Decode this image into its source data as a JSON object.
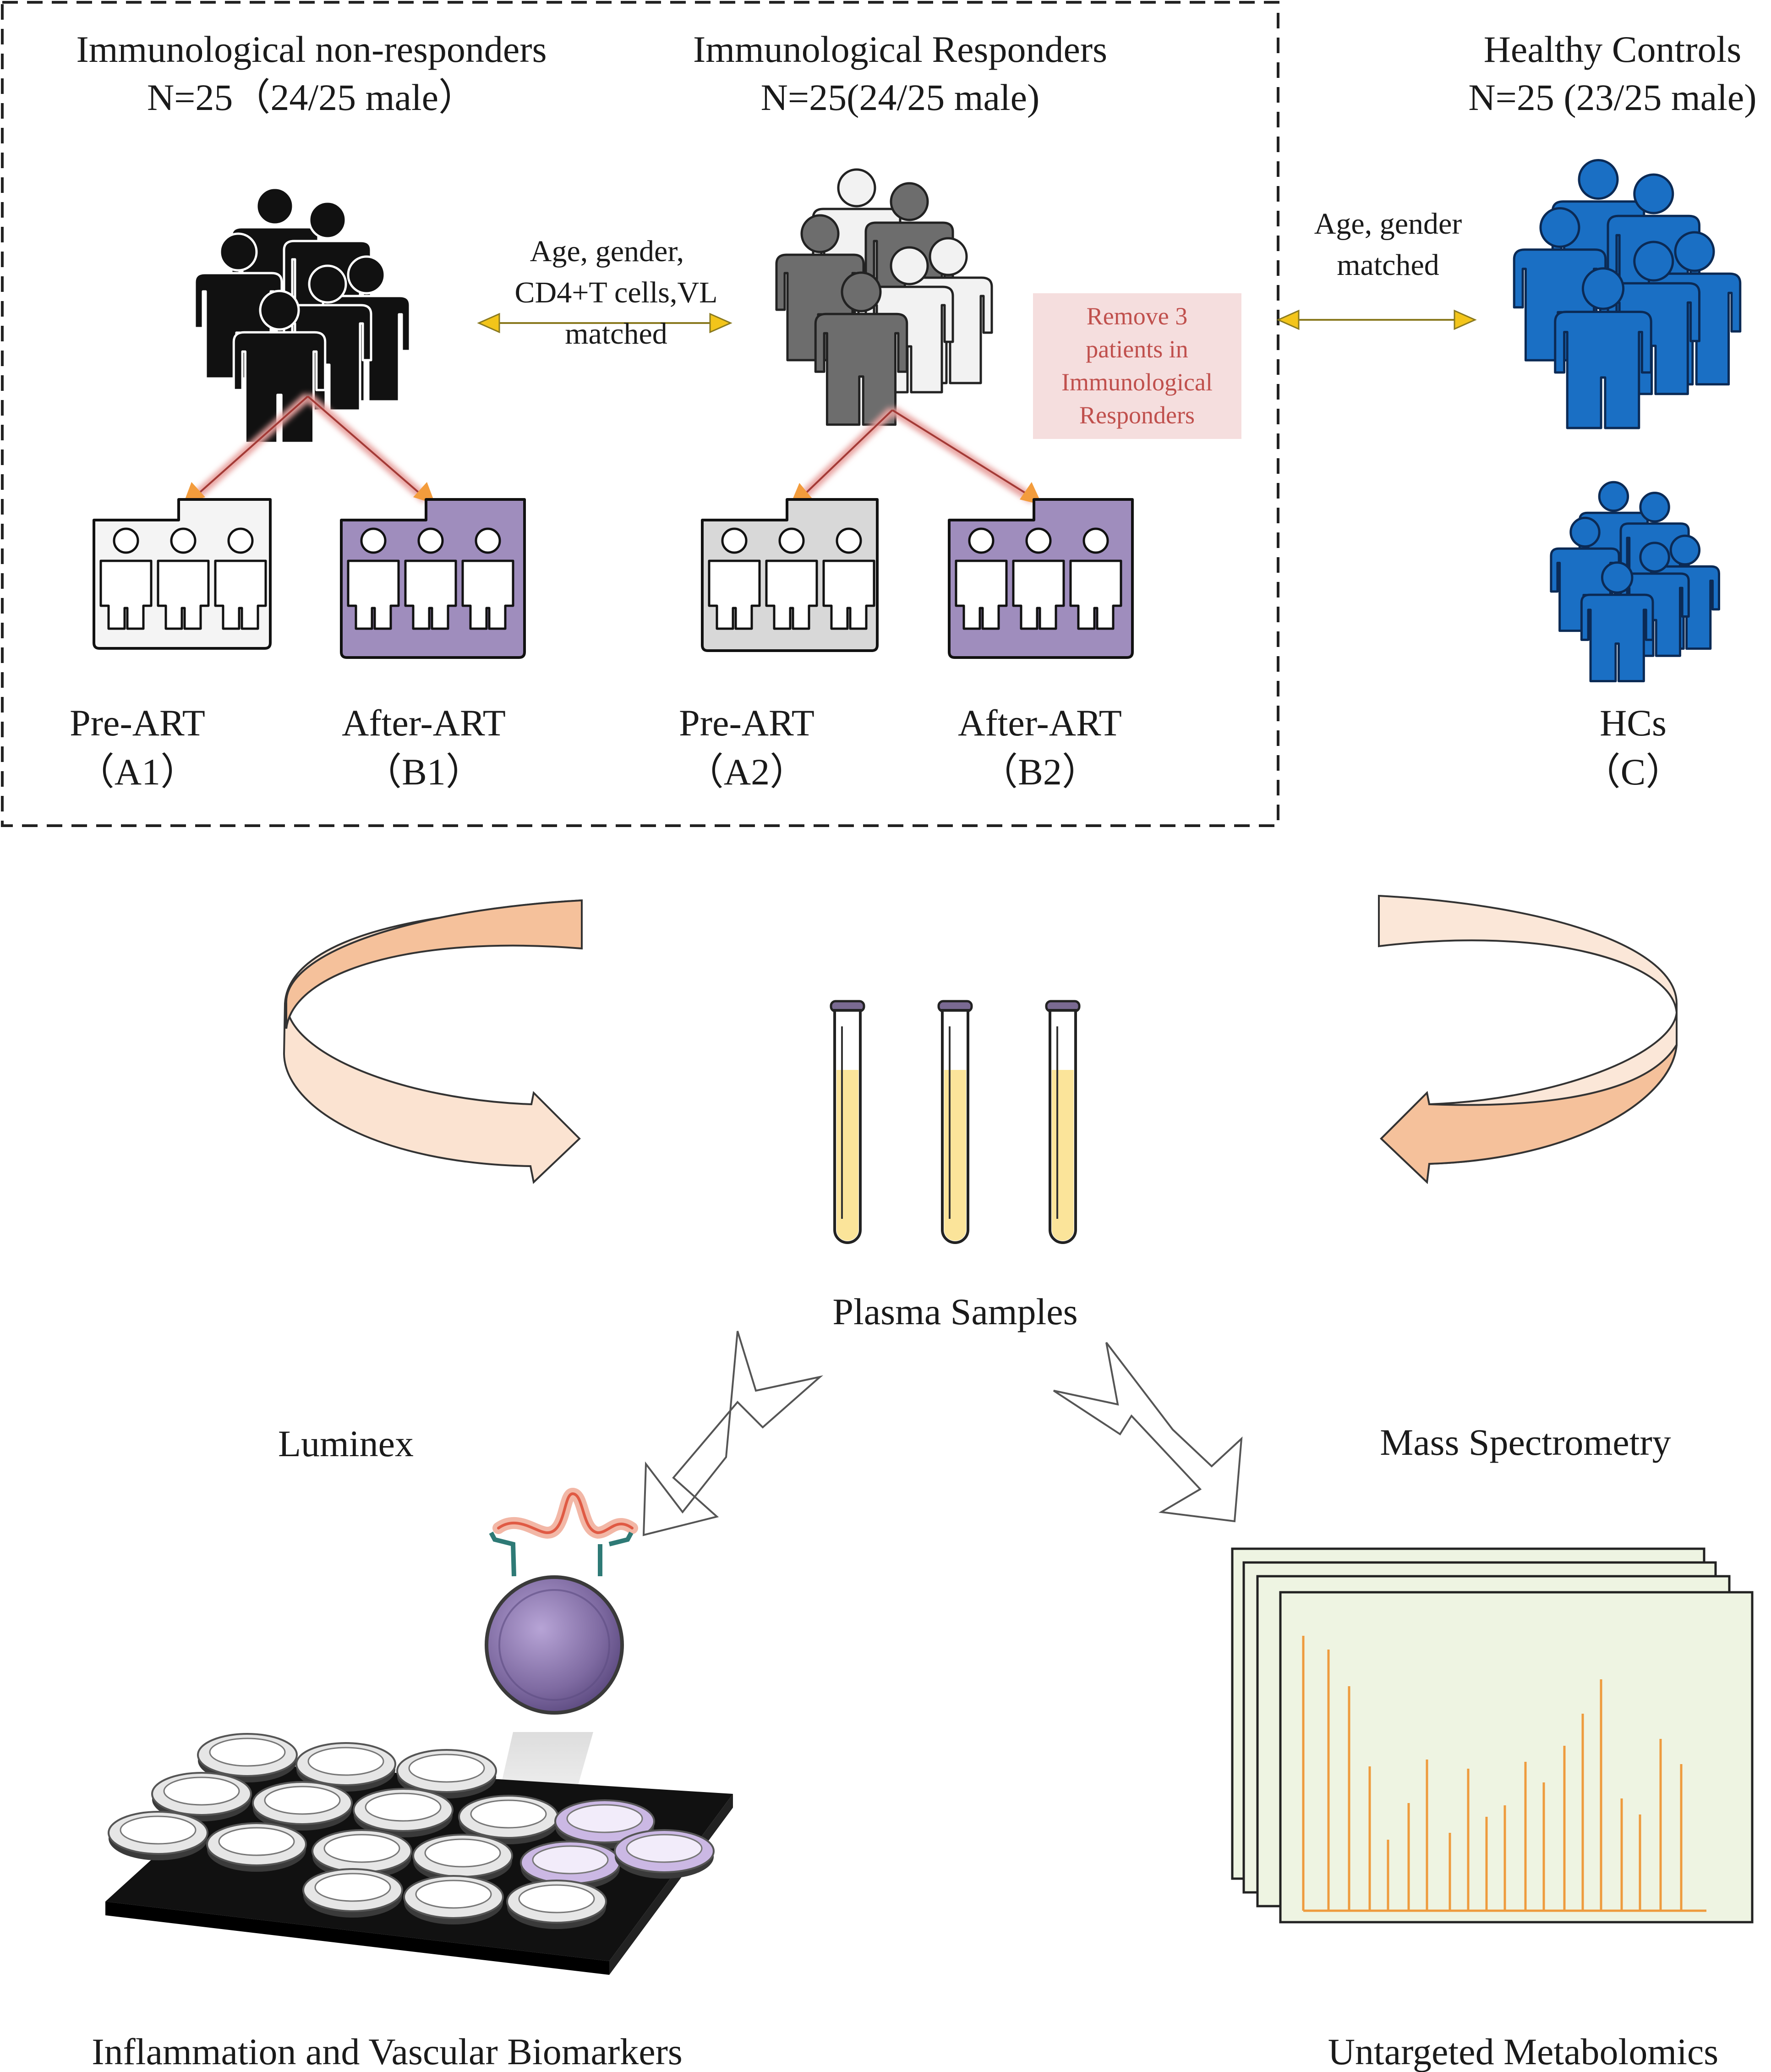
{
  "groups": {
    "inr": {
      "title": "Immunological non-responders",
      "n": "N=25（24/25 male）"
    },
    "ir": {
      "title": "Immunological  Responders",
      "n": "N=25(24/25 male)"
    },
    "hc": {
      "title": "Healthy Controls",
      "n": "N=25 (23/25 male)"
    }
  },
  "match": {
    "inr_ir": [
      "Age,   gender,",
      "CD4+T cells,VL",
      "matched"
    ],
    "ir_hc": [
      "Age,   gender",
      "matched"
    ]
  },
  "remove_note": [
    "Remove 3",
    "patients in",
    "Immunological",
    "Responders"
  ],
  "subgroups": {
    "a1": {
      "name": "Pre-ART",
      "code": "（A1）"
    },
    "b1": {
      "name": "After-ART",
      "code": "（B1）"
    },
    "a2": {
      "name": "Pre-ART",
      "code": "（A2）"
    },
    "b2": {
      "name": "After-ART",
      "code": "（B2）"
    },
    "c": {
      "name": "HCs",
      "code": "（C）"
    }
  },
  "plasma_label": "Plasma Samples",
  "methods": {
    "luminex": "Luminex",
    "ms": "Mass Spectrometry"
  },
  "outputs": {
    "inflammation": "Inflammation and Vascular Biomarkers",
    "metabolomics": "Untargeted Metabolomics"
  },
  "colors": {
    "inr_people": "#111111",
    "ir_people_dark": "#6d6d6d",
    "ir_people_light": "#f2f2f2",
    "hc_people": "#1a6fc4",
    "pre_art_folder_a1": "#f4f4f4",
    "pre_art_folder_a2": "#d8d8d8",
    "after_art_folder": "#9f8dbd",
    "match_arrow": "#f3c51a",
    "branch_arrow": "#c0504d",
    "circular_arrow": "#f6c8a3",
    "plasma": "#fbe49a",
    "tube_cap": "#7a6a92",
    "remove_note_bg": "#f5dede",
    "remove_note_text": "#c0504d",
    "spectrum_line": "#ee9b3e",
    "spectrum_page": "#eef4e2"
  },
  "icons": {
    "people": "people-group-icon",
    "folder": "person-folder-icon",
    "tube": "test-tube-icon",
    "bead": "luminex-bead-icon",
    "plate": "well-plate-icon",
    "spectrum": "spectrum-sheet-icon"
  }
}
